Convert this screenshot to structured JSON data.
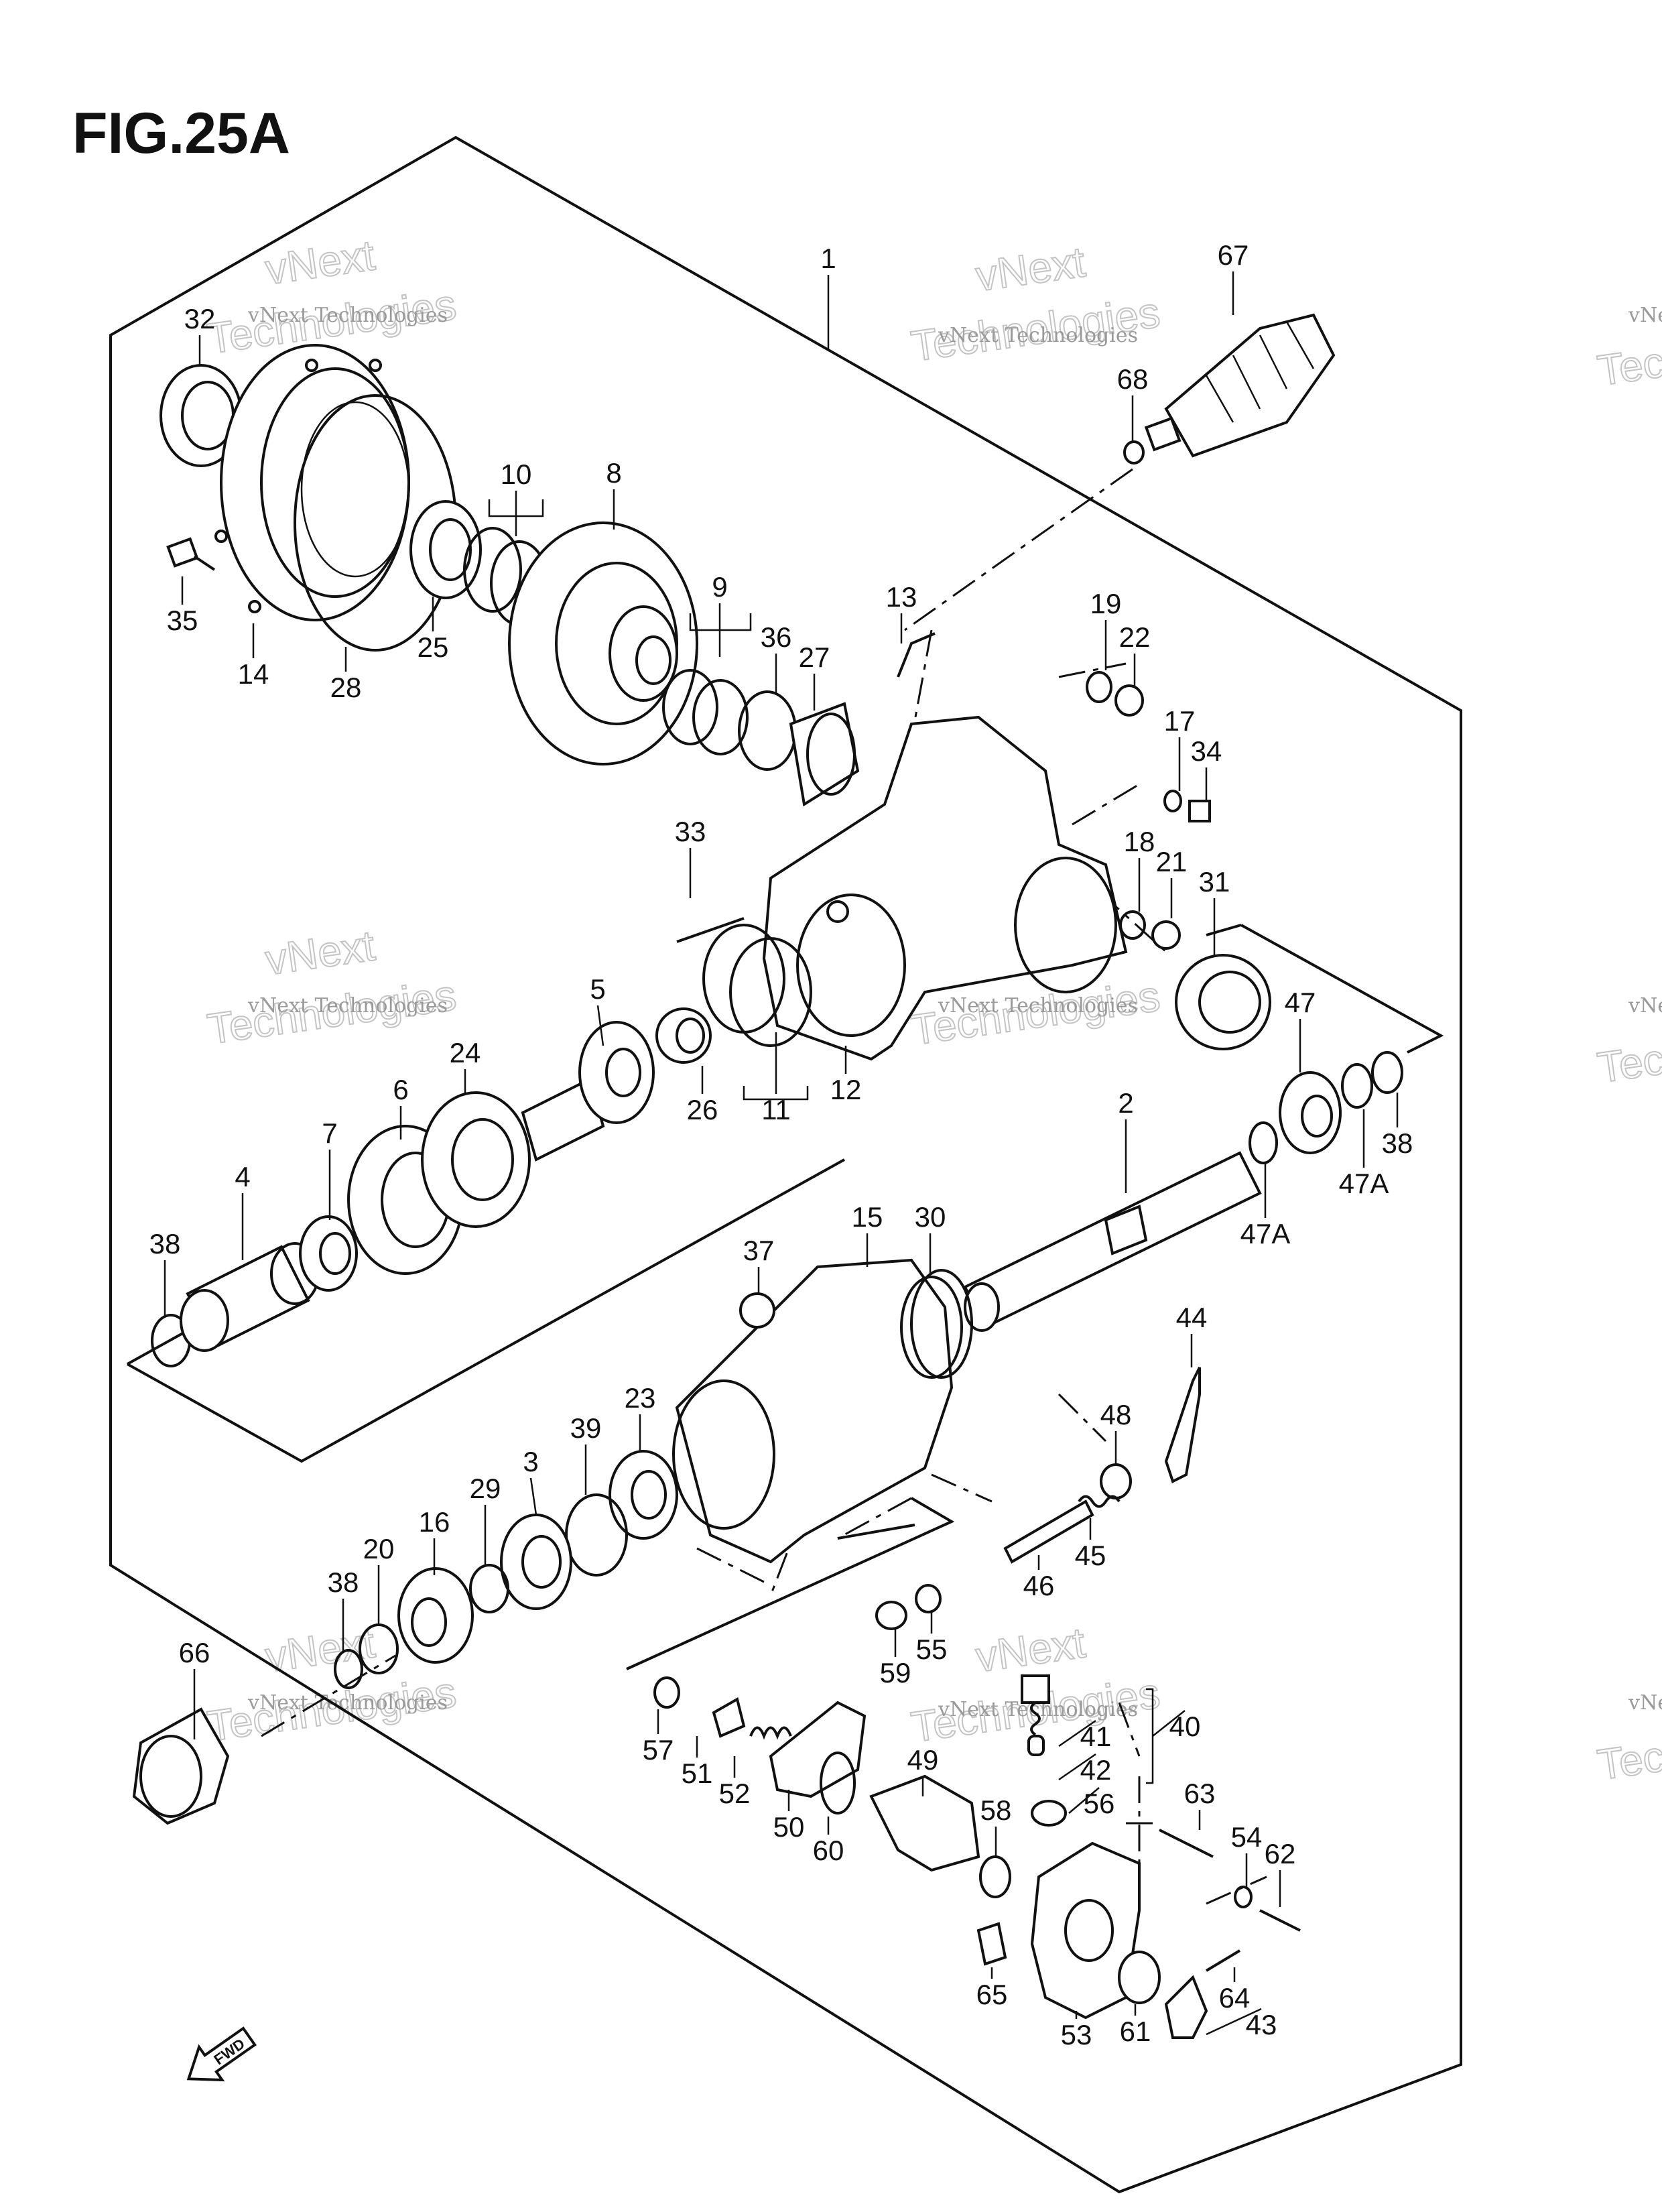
{
  "figure": {
    "title": "FIG.25A",
    "fwd_label": "FWD"
  },
  "watermark": {
    "line1": "vNext Technologies",
    "line2": "vNext",
    "line3": "Technologies"
  },
  "callouts": [
    {
      "id": "1",
      "label": "1"
    },
    {
      "id": "2",
      "label": "2"
    },
    {
      "id": "3",
      "label": "3"
    },
    {
      "id": "4",
      "label": "4"
    },
    {
      "id": "5",
      "label": "5"
    },
    {
      "id": "6",
      "label": "6"
    },
    {
      "id": "7",
      "label": "7"
    },
    {
      "id": "8",
      "label": "8"
    },
    {
      "id": "9",
      "label": "9"
    },
    {
      "id": "10",
      "label": "10"
    },
    {
      "id": "11",
      "label": "11"
    },
    {
      "id": "12",
      "label": "12"
    },
    {
      "id": "13",
      "label": "13"
    },
    {
      "id": "14",
      "label": "14"
    },
    {
      "id": "15",
      "label": "15"
    },
    {
      "id": "16",
      "label": "16"
    },
    {
      "id": "17",
      "label": "17"
    },
    {
      "id": "18",
      "label": "18"
    },
    {
      "id": "19",
      "label": "19"
    },
    {
      "id": "20",
      "label": "20"
    },
    {
      "id": "21",
      "label": "21"
    },
    {
      "id": "22",
      "label": "22"
    },
    {
      "id": "23",
      "label": "23"
    },
    {
      "id": "24",
      "label": "24"
    },
    {
      "id": "25",
      "label": "25"
    },
    {
      "id": "26",
      "label": "26"
    },
    {
      "id": "27",
      "label": "27"
    },
    {
      "id": "28",
      "label": "28"
    },
    {
      "id": "29",
      "label": "29"
    },
    {
      "id": "30",
      "label": "30"
    },
    {
      "id": "31",
      "label": "31"
    },
    {
      "id": "32",
      "label": "32"
    },
    {
      "id": "33",
      "label": "33"
    },
    {
      "id": "34",
      "label": "34"
    },
    {
      "id": "35",
      "label": "35"
    },
    {
      "id": "36",
      "label": "36"
    },
    {
      "id": "37",
      "label": "37"
    },
    {
      "id": "38a",
      "label": "38"
    },
    {
      "id": "38b",
      "label": "38"
    },
    {
      "id": "38c",
      "label": "38"
    },
    {
      "id": "39",
      "label": "39"
    },
    {
      "id": "40",
      "label": "40"
    },
    {
      "id": "41",
      "label": "41"
    },
    {
      "id": "42",
      "label": "42"
    },
    {
      "id": "43",
      "label": "43"
    },
    {
      "id": "44",
      "label": "44"
    },
    {
      "id": "45",
      "label": "45"
    },
    {
      "id": "46",
      "label": "46"
    },
    {
      "id": "47",
      "label": "47"
    },
    {
      "id": "47Aa",
      "label": "47A"
    },
    {
      "id": "47Ab",
      "label": "47A"
    },
    {
      "id": "48",
      "label": "48"
    },
    {
      "id": "49",
      "label": "49"
    },
    {
      "id": "50",
      "label": "50"
    },
    {
      "id": "51",
      "label": "51"
    },
    {
      "id": "52",
      "label": "52"
    },
    {
      "id": "53",
      "label": "53"
    },
    {
      "id": "54",
      "label": "54"
    },
    {
      "id": "55",
      "label": "55"
    },
    {
      "id": "56",
      "label": "56"
    },
    {
      "id": "57",
      "label": "57"
    },
    {
      "id": "58",
      "label": "58"
    },
    {
      "id": "59",
      "label": "59"
    },
    {
      "id": "60",
      "label": "60"
    },
    {
      "id": "61",
      "label": "61"
    },
    {
      "id": "62",
      "label": "62"
    },
    {
      "id": "63",
      "label": "63"
    },
    {
      "id": "64",
      "label": "64"
    },
    {
      "id": "65",
      "label": "65"
    },
    {
      "id": "66",
      "label": "66"
    },
    {
      "id": "67",
      "label": "67"
    },
    {
      "id": "68",
      "label": "68"
    }
  ]
}
